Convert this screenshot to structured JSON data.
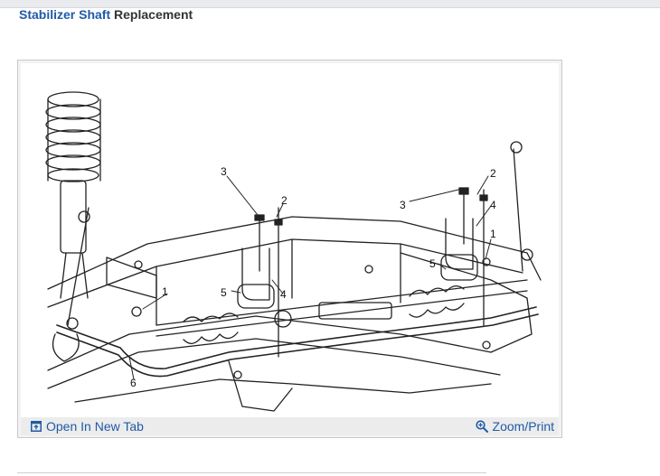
{
  "page": {
    "heading_link": "Stabilizer Shaft",
    "heading_rest": " Replacement"
  },
  "figure": {
    "callouts": {
      "c3a": "3",
      "c2a": "2",
      "c1a": "1",
      "c5a": "5",
      "c4a": "4",
      "c6": "6",
      "c3b": "3",
      "c2b": "2",
      "c4b": "4",
      "c1b": "1",
      "c5b": "5"
    }
  },
  "actions": {
    "open_new_tab_label": "Open In New Tab",
    "open_new_tab_icon": "open-in-new-tab-icon",
    "zoom_print_label": "Zoom/Print",
    "zoom_print_icon": "zoom-in-icon"
  },
  "colors": {
    "link": "#1f5aa6",
    "heading_text": "#333333",
    "frame_border": "#c9c9c9",
    "footer_bg": "#ececec"
  }
}
